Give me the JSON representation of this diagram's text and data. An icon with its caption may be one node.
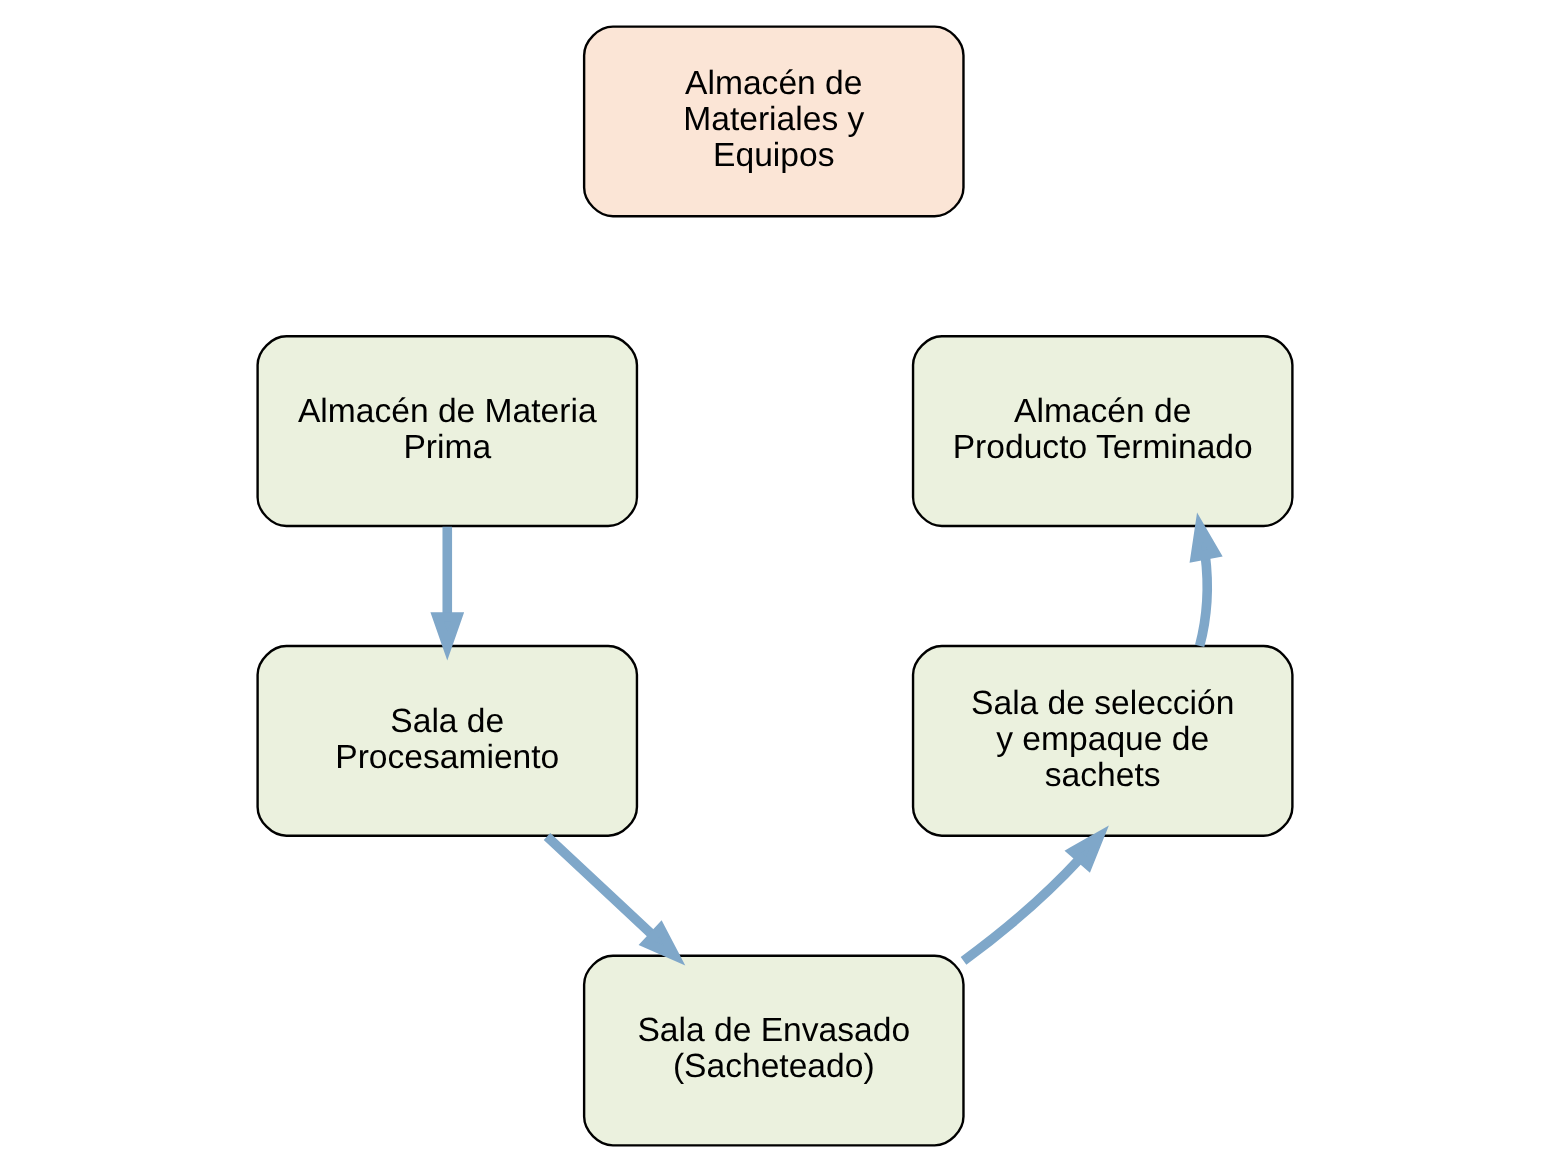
{
  "diagram": {
    "nodes": [
      {
        "text": [
          "Almacén de Materiales y Equipos"
        ]
      },
      {
        "text": [
          "Almacén de Materia Prima"
        ]
      },
      {
        "text": [
          "Sala de Procesamiento"
        ]
      },
      {
        "text": [
          "Sala de Envasado (Sacheteado)"
        ]
      },
      {
        "text": [
          "Sala de selección y empaque de sachets"
        ]
      },
      {
        "text": [
          "Almacén de Producto Terminado"
        ]
      }
    ],
    "edges": [
      {
        "from": 1,
        "to": 2,
        "arrow": "to"
      },
      {
        "from": 2,
        "to": 3,
        "arrow": "to"
      },
      {
        "from": 3,
        "to": 4,
        "arrow": "to"
      },
      {
        "from": 4,
        "to": 5,
        "arrow": "to"
      }
    ]
  }
}
